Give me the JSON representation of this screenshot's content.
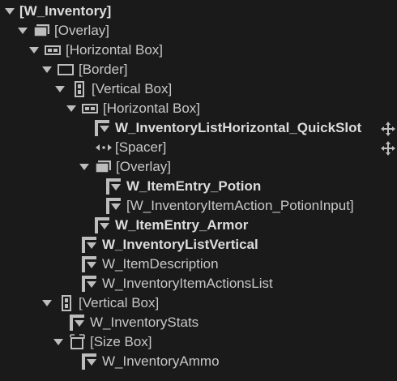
{
  "hierarchy": {
    "items": [
      {
        "label": "[W_Inventory]",
        "bold": true
      },
      {
        "label": "[Overlay]"
      },
      {
        "label": "[Horizontal Box]"
      },
      {
        "label": "[Border]"
      },
      {
        "label": "[Vertical Box]"
      },
      {
        "label": "[Horizontal Box]"
      },
      {
        "label": "W_InventoryListHorizontal_QuickSlot",
        "bold": true,
        "icon": "user-widget-icon"
      },
      {
        "label": "[Spacer]",
        "icon": "spacer-icon"
      },
      {
        "label": "[Overlay]"
      },
      {
        "label": "W_ItemEntry_Potion",
        "bold": true,
        "icon": "user-widget-icon"
      },
      {
        "label": "[W_InventoryItemAction_PotionInput]",
        "icon": "user-widget-icon"
      },
      {
        "label": "W_ItemEntry_Armor",
        "bold": true,
        "icon": "user-widget-icon"
      },
      {
        "label": "W_InventoryListVertical",
        "bold": true,
        "icon": "user-widget-icon"
      },
      {
        "label": "W_ItemDescription",
        "icon": "user-widget-icon"
      },
      {
        "label": "W_InventoryItemActionsList",
        "icon": "user-widget-icon"
      },
      {
        "label": "[Vertical Box]"
      },
      {
        "label": "W_InventoryStats",
        "icon": "user-widget-icon"
      },
      {
        "label": "[Size Box]"
      },
      {
        "label": "W_InventoryAmmo",
        "icon": "user-widget-icon"
      }
    ]
  },
  "colors": {
    "background": "#1a1a1a",
    "text": "#c8c8c8",
    "icon": "#bdbdbd"
  }
}
